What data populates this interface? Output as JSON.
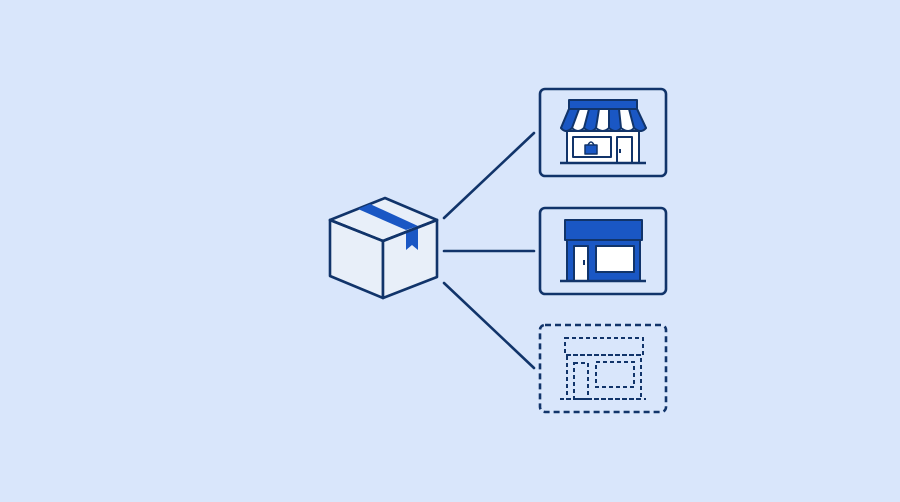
{
  "diagram": {
    "colors": {
      "background": "#d9e6fb",
      "stroke": "#11346a",
      "accent": "#1a57c4",
      "fill_light": "#e8eff9"
    },
    "source": {
      "icon": "package-box-icon"
    },
    "targets": [
      {
        "icon": "storefront-awning-icon",
        "style": "solid"
      },
      {
        "icon": "shop-building-icon",
        "style": "solid"
      },
      {
        "icon": "store-placeholder-icon",
        "style": "dashed"
      }
    ]
  }
}
